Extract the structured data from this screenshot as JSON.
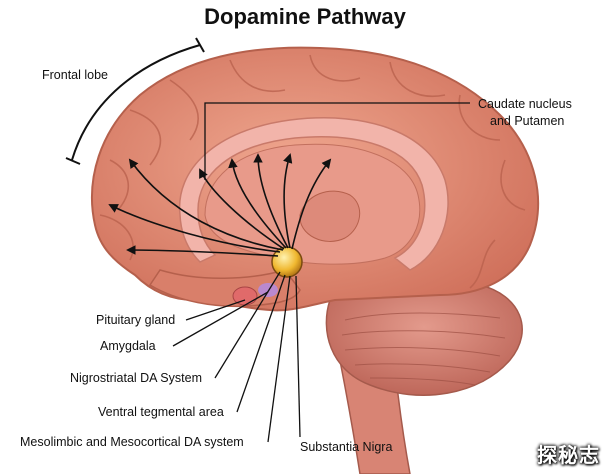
{
  "title": "Dopamine Pathway",
  "labels": {
    "frontal_lobe": "Frontal lobe",
    "caudate_line1": "Caudate nucleus",
    "caudate_line2": "and Putamen",
    "pituitary": "Pituitary gland",
    "amygdala": "Amygdala",
    "nigrostriatal": "Nigrostriatal DA System",
    "vta": "Ventral tegmental area",
    "mesolimbic": "Mesolimbic and Mesocortical DA system",
    "substantia_nigra": "Substantia Nigra"
  },
  "watermark": "探秘志",
  "colors": {
    "brain": "#e8957c",
    "brain_dark": "#c86a55",
    "corpus": "#f2b0a6",
    "cerebellum": "#d9867a",
    "nucleus": "#f0c040",
    "pathway": "#111111"
  }
}
